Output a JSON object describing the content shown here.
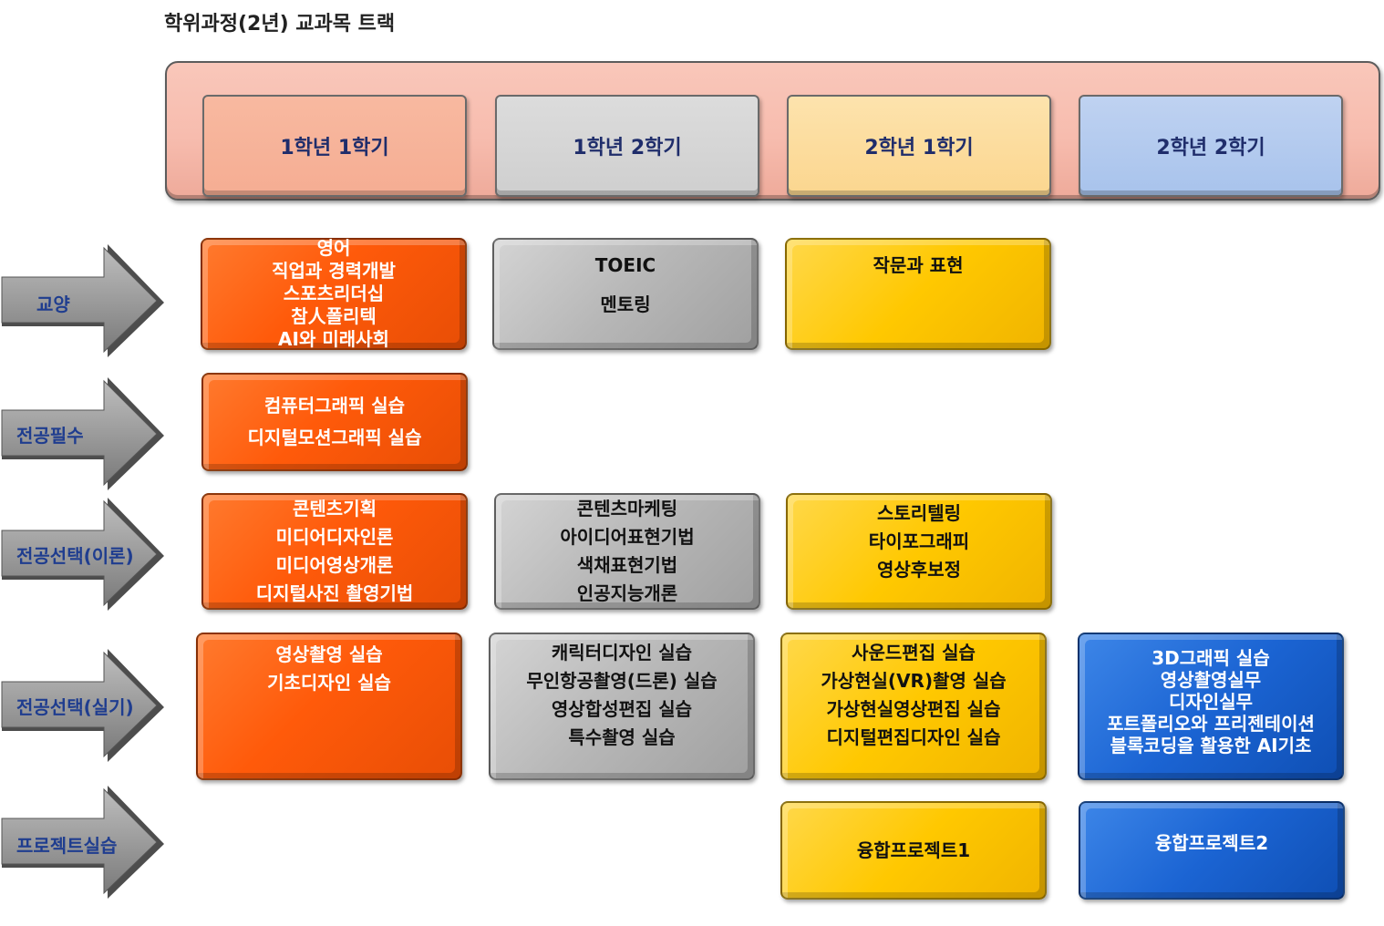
{
  "title": "학위과정(2년) 교과목 트랙",
  "semesters": [
    "1학년 1학기",
    "1학년 2학기",
    "2학년 1학기",
    "2학년 2학기"
  ],
  "rows": {
    "general": "교양",
    "major_required": "전공필수",
    "major_elective_theory": "전공선택(이론)",
    "major_elective_practice": "전공선택(실기)",
    "project": "프로젝트실습"
  },
  "courses": {
    "general_s1": [
      "영어",
      "직업과 경력개발",
      "스포츠리더십",
      "참人폴리텍",
      "AI와 미래사회"
    ],
    "general_s2": [
      "TOEIC",
      "멘토링"
    ],
    "general_s3": [
      "작문과 표현"
    ],
    "major_required_s1": [
      "컴퓨터그래픽 실습",
      "디지털모션그래픽 실습"
    ],
    "theory_s1": [
      "콘텐츠기획",
      "미디어디자인론",
      "미디어영상개론",
      "디지털사진 촬영기법"
    ],
    "theory_s2": [
      "콘텐츠마케팅",
      "아이디어표현기법",
      "색채표현기법",
      "인공지능개론"
    ],
    "theory_s3": [
      "스토리텔링",
      "타이포그래피",
      "영상후보정"
    ],
    "practice_s1": [
      "영상촬영 실습",
      "기초디자인 실습"
    ],
    "practice_s2": [
      "캐릭터디자인 실습",
      "무인항공촬영(드론) 실습",
      "영상합성편집 실습",
      "특수촬영 실습"
    ],
    "practice_s3": [
      "사운드편집 실습",
      "가상현실(VR)촬영 실습",
      "가상현실영상편집 실습",
      "디지털편집디자인 실습"
    ],
    "practice_s4": [
      "3D그래픽 실습",
      "영상촬영실무",
      "디자인실무",
      "포트폴리오와 프리젠테이션",
      "블록코딩을 활용한 AI기초"
    ],
    "project_s3": [
      "융합프로젝트1"
    ],
    "project_s4": [
      "융합프로젝트2"
    ]
  },
  "colors": {
    "semester1": "#ff5a0a",
    "semester2": "#b7b7b7",
    "semester3": "#ffc800",
    "semester4": "#1b64d3",
    "row_label": "#1f3d8f"
  }
}
